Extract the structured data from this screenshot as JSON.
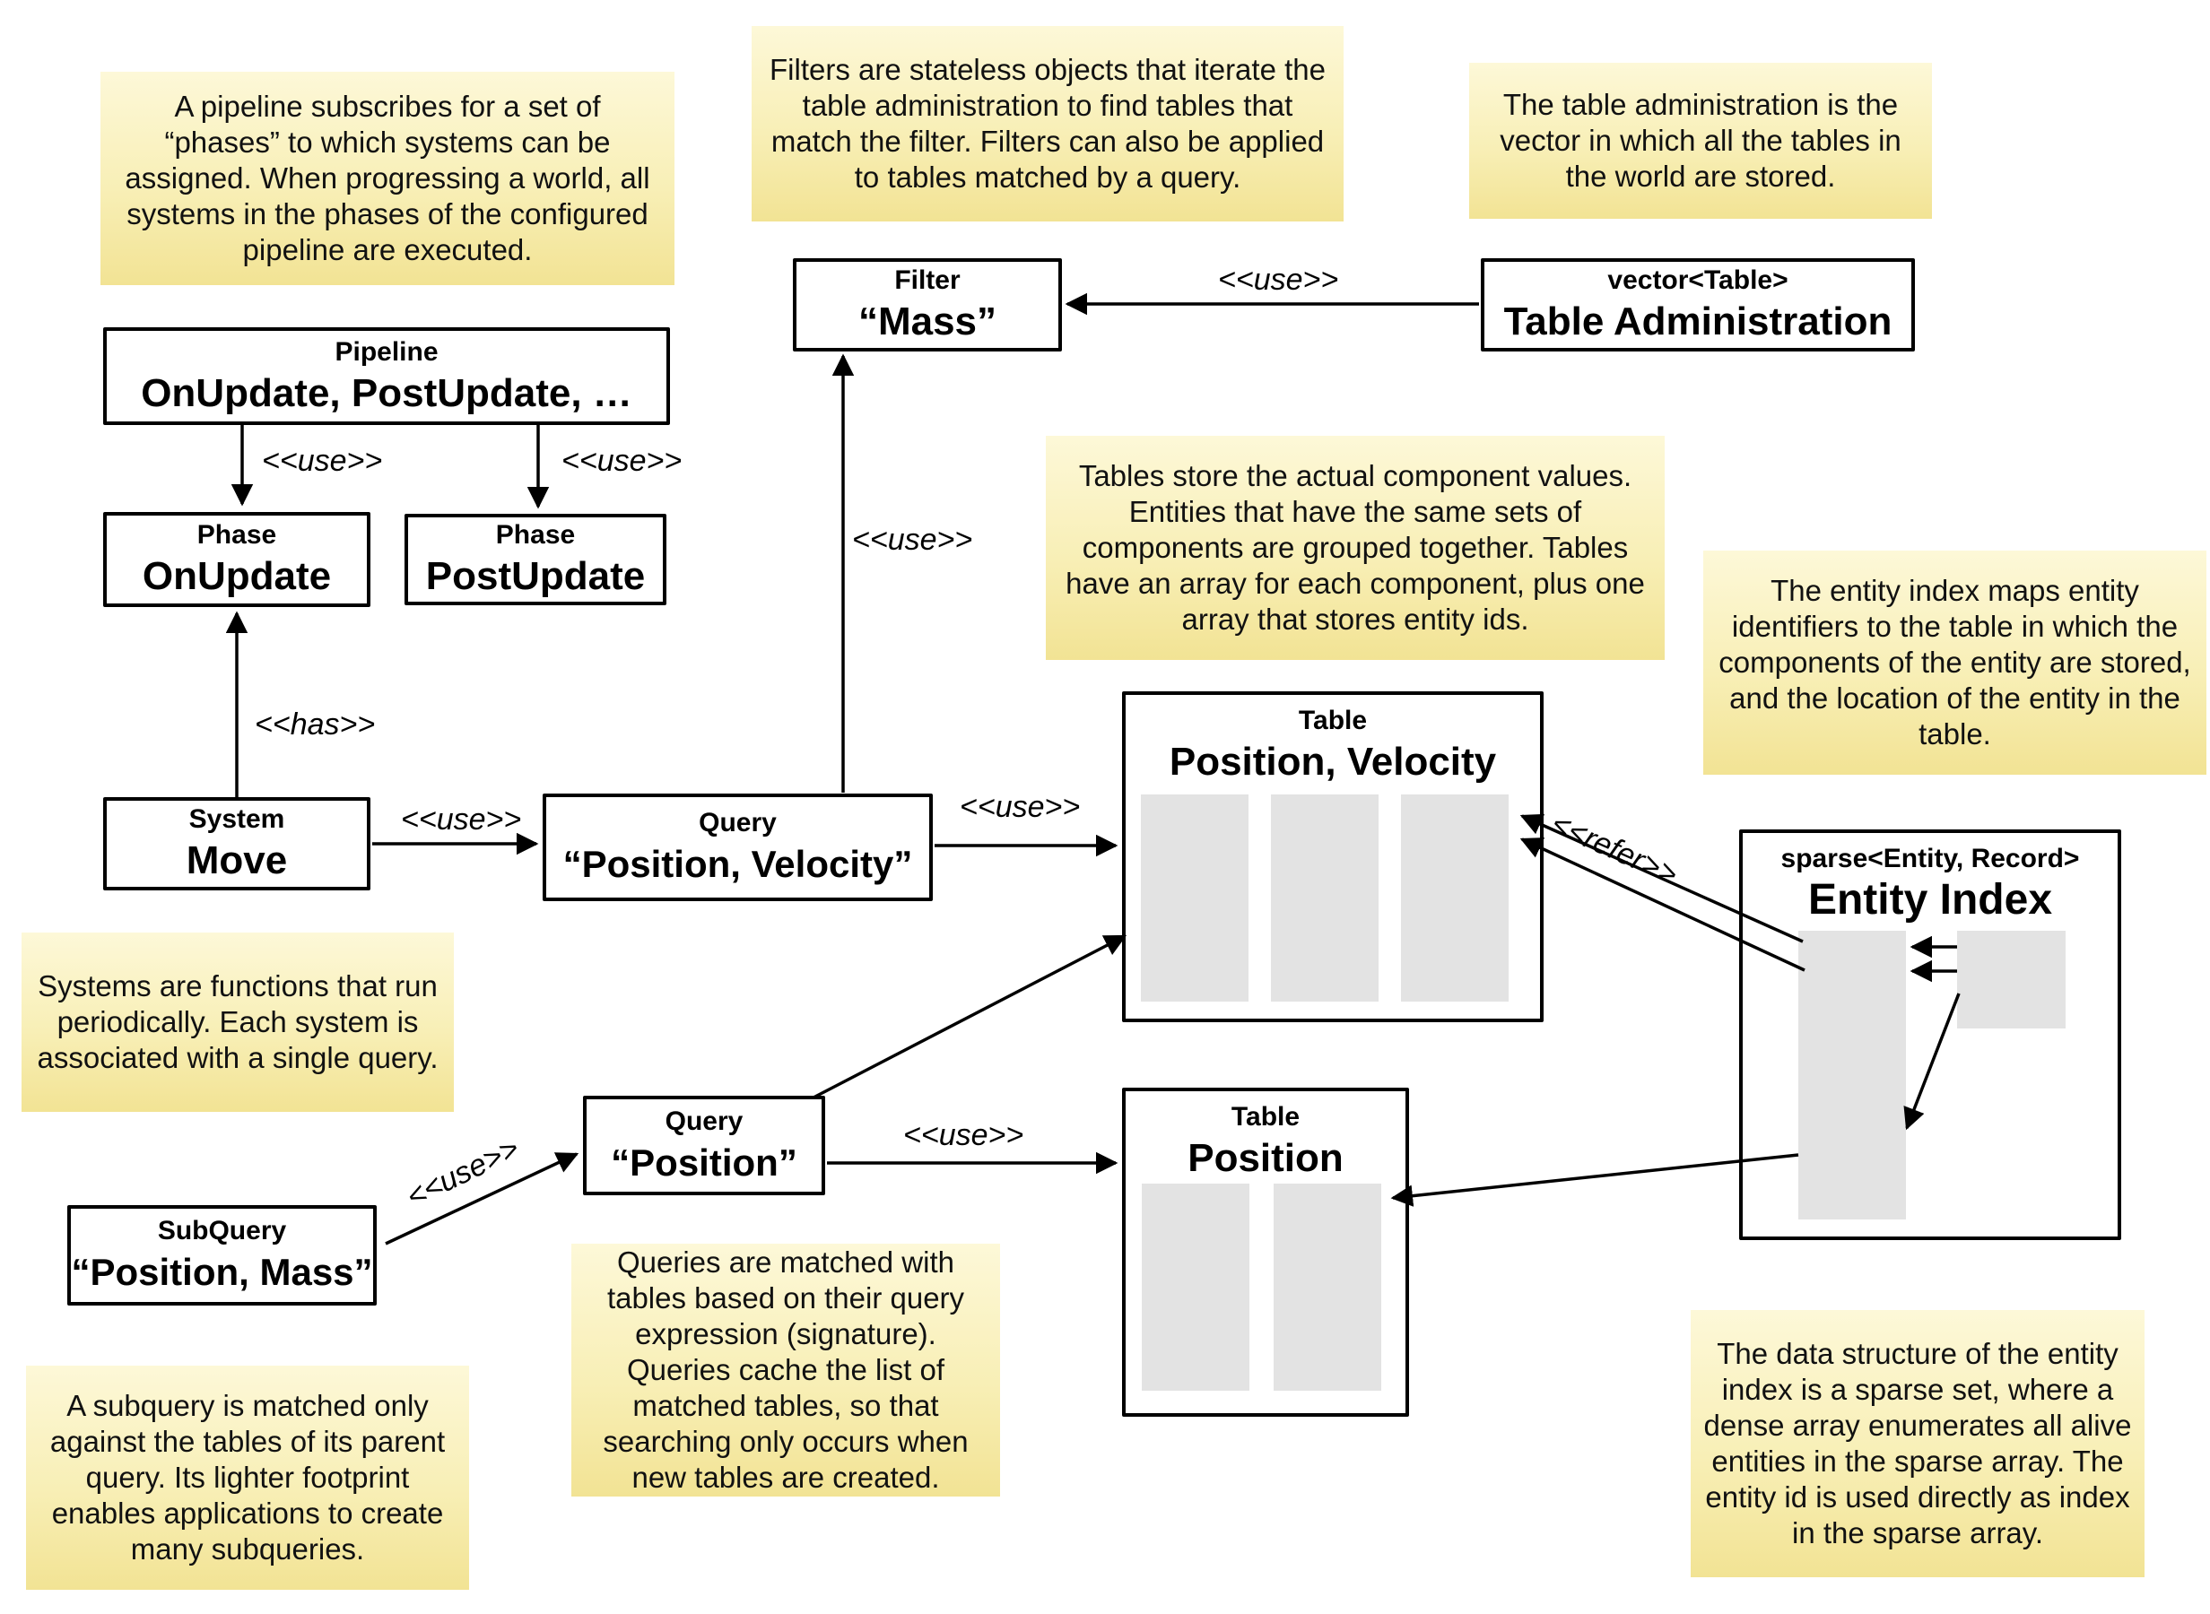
{
  "diagram": {
    "notes": {
      "pipeline": "A pipeline subscribes for a set of “phases” to which systems can be assigned. When progressing a world, all systems in the phases of the configured pipeline are executed.",
      "filters": "Filters are stateless objects that iterate the table administration to find tables that match the filter. Filters can also be applied to tables matched by a query.",
      "table_admin": "The table administration is the vector in which all the tables in the world are stored.",
      "tables": "Tables store the actual component values. Entities that have the same sets of components are grouped together. Tables have an array for each component, plus one array that stores entity ids.",
      "entity_index": "The entity index maps entity identifiers to the table in which the components of the entity are stored, and the location of the entity in the table.",
      "systems": "Systems are functions that run periodically. Each system is associated with a single query.",
      "queries": "Queries are matched with tables based on their query expression (signature). Queries cache the list of matched tables, so that searching only occurs when new tables are created.",
      "subquery": "A subquery is matched only against the tables of its parent query. Its lighter footprint enables applications to create many subqueries.",
      "sparse_set": "The data structure of the entity index is a sparse set, where a dense array enumerates all alive entities in the sparse array. The entity id is used directly as index in the sparse array."
    },
    "nodes": {
      "pipeline": {
        "stereotype": "Pipeline",
        "name": "OnUpdate, PostUpdate, …"
      },
      "phase_onupdate": {
        "stereotype": "Phase",
        "name": "OnUpdate"
      },
      "phase_postupdate": {
        "stereotype": "Phase",
        "name": "PostUpdate"
      },
      "system_move": {
        "stereotype": "System",
        "name": "Move"
      },
      "query_pos_vel": {
        "stereotype": "Query",
        "name": "“Position, Velocity”"
      },
      "query_pos": {
        "stereotype": "Query",
        "name": "“Position”"
      },
      "subquery_pos_mass": {
        "stereotype": "SubQuery",
        "name": "“Position, Mass”"
      },
      "filter_mass": {
        "stereotype": "Filter",
        "name": "“Mass”"
      },
      "table_admin": {
        "stereotype": "vector<Table>",
        "name": "Table Administration"
      },
      "table_pos_vel": {
        "stereotype": "Table",
        "name": "Position, Velocity"
      },
      "table_pos": {
        "stereotype": "Table",
        "name": "Position"
      },
      "entity_index": {
        "stereotype": "sparse<Entity, Record>",
        "name": "Entity Index"
      }
    },
    "edge_labels": {
      "use_pipeline_onupdate": "<<use>>",
      "use_pipeline_postupdate": "<<use>>",
      "has_system_phase": "<<has>>",
      "use_system_query": "<<use>>",
      "use_query_filter": "<<use>>",
      "use_query_table": "<<use>>",
      "use_admin_filter": "<<use>>",
      "use_subquery_query": "<<use>>",
      "use_query_pos_table": "<<use>>",
      "refer_entity_table": "<<refer>>"
    },
    "colors": {
      "background": "#ffffff",
      "note_bg_top": "#fdf8d8",
      "note_bg_bottom": "#f2e394",
      "box_border": "#000000",
      "array_fill": "#e3e3e3"
    }
  }
}
